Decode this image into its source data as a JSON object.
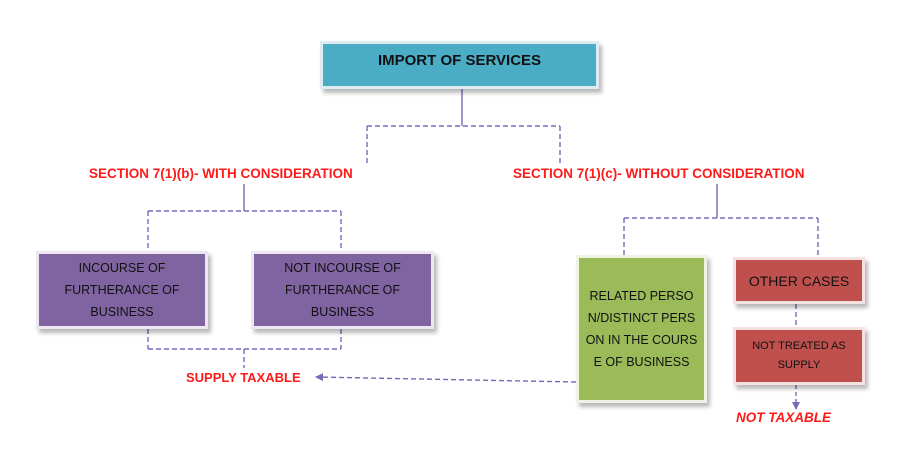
{
  "root": {
    "label": "IMPORT OF SERVICES"
  },
  "branches": {
    "left": {
      "heading": "SECTION 7(1)(b)- WITH CONSIDERATION",
      "child1": "INCOURSE OF FURTHERANCE OF BUSINESS",
      "child2": "NOT INCOURSE OF FURTHERANCE OF BUSINESS"
    },
    "right": {
      "heading": "SECTION 7(1)(c)- WITHOUT CONSIDERATION",
      "child1": "RELATED PERSON/DISTINCT PERSON IN THE COURSE OF BUSINESS",
      "child2": "OTHER CASES",
      "child2_sub": "NOT TREATED AS SUPPLY"
    }
  },
  "outcomes": {
    "supply_taxable": "SUPPLY TAXABLE",
    "not_taxable": "NOT TAXABLE"
  },
  "colors": {
    "root": "#4bacc6",
    "purple": "#8064a2",
    "green": "#9bbb59",
    "red_box": "#c0504d",
    "heading_text": "#ff1a1a",
    "connector": "#7b68b5"
  }
}
